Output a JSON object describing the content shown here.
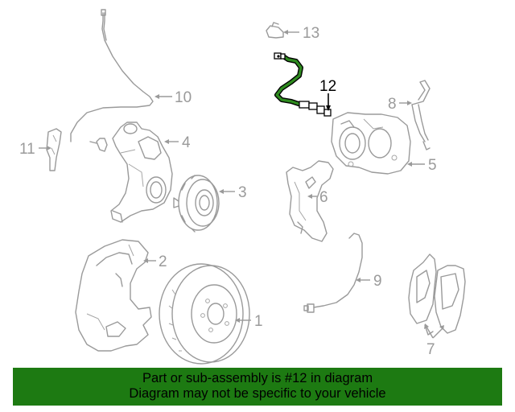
{
  "diagram": {
    "callouts": [
      {
        "id": "c1",
        "label": "1"
      },
      {
        "id": "c2",
        "label": "2"
      },
      {
        "id": "c3",
        "label": "3"
      },
      {
        "id": "c4",
        "label": "4"
      },
      {
        "id": "c5",
        "label": "5"
      },
      {
        "id": "c6",
        "label": "6"
      },
      {
        "id": "c7",
        "label": "7"
      },
      {
        "id": "c8",
        "label": "8"
      },
      {
        "id": "c9",
        "label": "9"
      },
      {
        "id": "c10",
        "label": "10"
      },
      {
        "id": "c11",
        "label": "11"
      },
      {
        "id": "c12",
        "label": "12"
      },
      {
        "id": "c13",
        "label": "13"
      }
    ],
    "highlight_color": "#000000",
    "part_color": "#9a9a9a"
  },
  "footer": {
    "background": "#1d7a12",
    "line1": "Part or sub-assembly is #12 in diagram",
    "line2": "Diagram may not be specific to your vehicle"
  }
}
